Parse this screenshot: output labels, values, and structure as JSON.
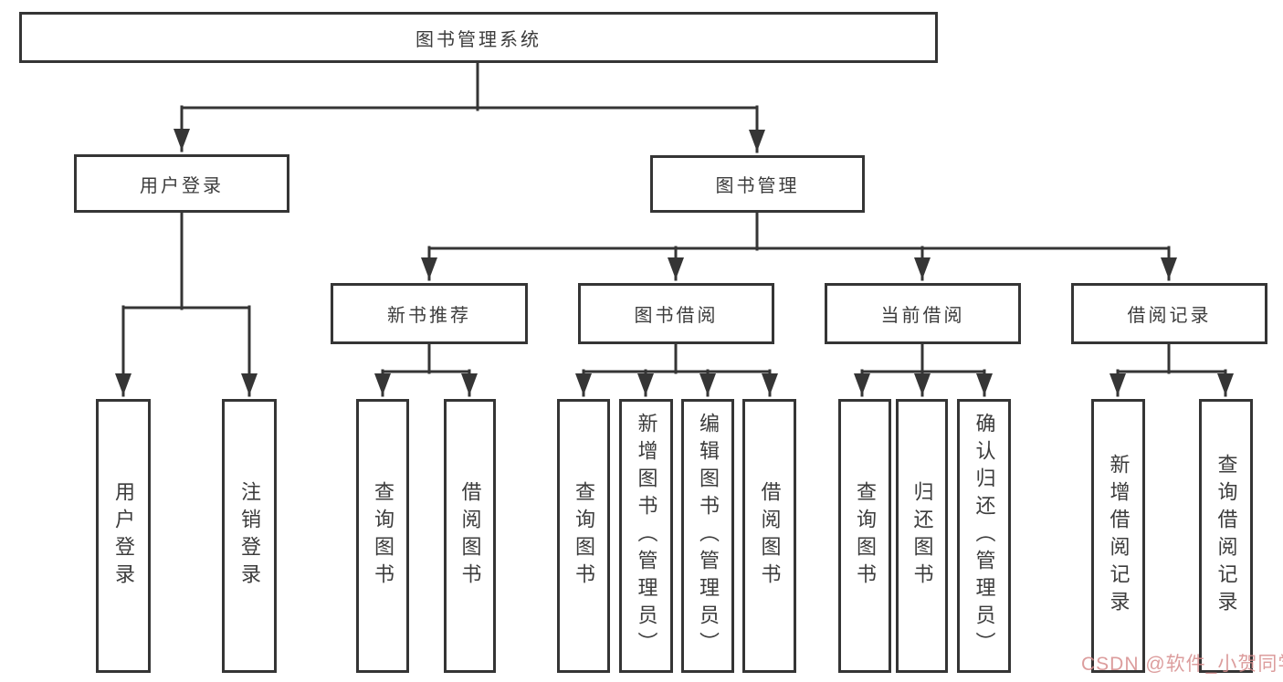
{
  "tree": {
    "label": "图书管理系统",
    "children": [
      {
        "label": "用户登录",
        "children": [
          {
            "label": "用户登录"
          },
          {
            "label": "注销登录"
          }
        ]
      },
      {
        "label": "图书管理",
        "children": [
          {
            "label": "新书推荐",
            "children": [
              {
                "label": "查询图书"
              },
              {
                "label": "借阅图书"
              }
            ]
          },
          {
            "label": "图书借阅",
            "children": [
              {
                "label": "查询图书"
              },
              {
                "label": "新增图书（管理员）"
              },
              {
                "label": "编辑图书（管理员）"
              },
              {
                "label": "借阅图书"
              }
            ]
          },
          {
            "label": "当前借阅",
            "children": [
              {
                "label": "查询图书"
              },
              {
                "label": "归还图书"
              },
              {
                "label": "确认归还（管理员）"
              }
            ]
          },
          {
            "label": "借阅记录",
            "children": [
              {
                "label": "新增借阅记录"
              },
              {
                "label": "查询借阅记录"
              }
            ]
          }
        ]
      }
    ]
  },
  "watermark": "CSDN @软件_小贺同学",
  "colors": {
    "line": "#353535",
    "text": "#3c3c3c",
    "background": "#ffffff",
    "watermark": "#d68c8c"
  }
}
